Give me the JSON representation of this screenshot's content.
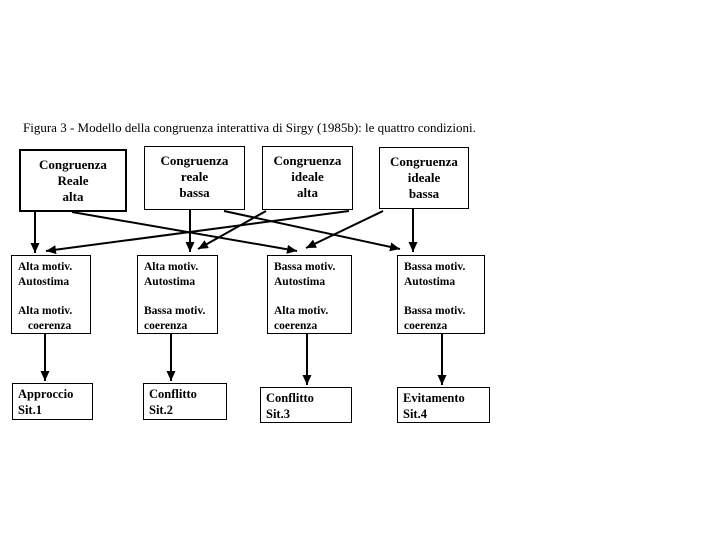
{
  "caption": "Figura 3 - Modello della congruenza interattiva di Sirgy (1985b): le quattro condizioni.",
  "colors": {
    "line": "#000000",
    "background": "#ffffff",
    "text": "#000000"
  },
  "diagram": {
    "top_row": [
      {
        "id": "congruenza-reale-alta",
        "lines": [
          "Congruenza",
          "Reale",
          "alta"
        ]
      },
      {
        "id": "congruenza-reale-bassa",
        "lines": [
          "Congruenza",
          "reale",
          "bassa"
        ]
      },
      {
        "id": "congruenza-ideale-alta",
        "lines": [
          "Congruenza",
          "ideale",
          "alta"
        ]
      },
      {
        "id": "congruenza-ideale-bassa",
        "lines": [
          "Congruenza",
          "ideale",
          "bassa"
        ]
      }
    ],
    "middle_row": [
      {
        "id": "motiv-1",
        "block1": [
          "Alta motiv.",
          "Autostima"
        ],
        "block2": [
          "Alta motiv.",
          "coerenza"
        ]
      },
      {
        "id": "motiv-2",
        "block1": [
          "Alta motiv.",
          "Autostima"
        ],
        "block2": [
          "Bassa motiv.",
          "coerenza"
        ]
      },
      {
        "id": "motiv-3",
        "block1": [
          "Bassa motiv.",
          "Autostima"
        ],
        "block2": [
          "Alta motiv.",
          "coerenza"
        ]
      },
      {
        "id": "motiv-4",
        "block1": [
          "Bassa motiv.",
          "Autostima"
        ],
        "block2": [
          "Bassa motiv.",
          "coerenza"
        ]
      }
    ],
    "bottom_row": [
      {
        "id": "approccio-sit1",
        "lines": [
          "Approccio",
          "Sit.1"
        ]
      },
      {
        "id": "conflitto-sit2",
        "lines": [
          "Conflitto",
          "Sit.2"
        ]
      },
      {
        "id": "conflitto-sit3",
        "lines": [
          "Conflitto",
          "Sit.3"
        ]
      },
      {
        "id": "evitamento-sit4",
        "lines": [
          "Evitamento",
          "Sit.4"
        ]
      }
    ],
    "edges": [
      {
        "from": "congruenza-reale-alta",
        "to": "motiv-1"
      },
      {
        "from": "congruenza-reale-alta",
        "to": "motiv-3"
      },
      {
        "from": "congruenza-reale-bassa",
        "to": "motiv-2"
      },
      {
        "from": "congruenza-reale-bassa",
        "to": "motiv-4"
      },
      {
        "from": "congruenza-ideale-alta",
        "to": "motiv-1"
      },
      {
        "from": "congruenza-ideale-alta",
        "to": "motiv-2"
      },
      {
        "from": "congruenza-ideale-bassa",
        "to": "motiv-3"
      },
      {
        "from": "congruenza-ideale-bassa",
        "to": "motiv-4"
      },
      {
        "from": "motiv-1",
        "to": "approccio-sit1"
      },
      {
        "from": "motiv-2",
        "to": "conflitto-sit2"
      },
      {
        "from": "motiv-3",
        "to": "conflitto-sit3"
      },
      {
        "from": "motiv-4",
        "to": "evitamento-sit4"
      }
    ]
  }
}
